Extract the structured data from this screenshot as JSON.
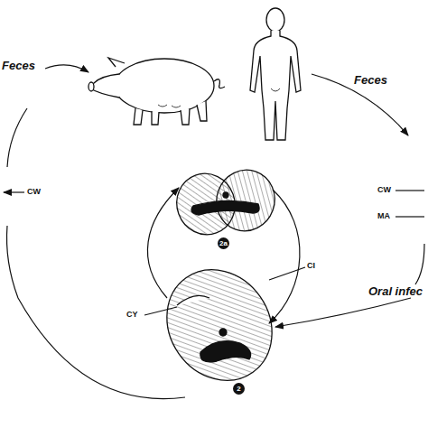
{
  "diagram": {
    "labels": [
      "Feces",
      "Feces",
      "CW",
      "CW",
      "MA",
      "Oral infec",
      "CY",
      "CI",
      "2a",
      "2"
    ]
  }
}
